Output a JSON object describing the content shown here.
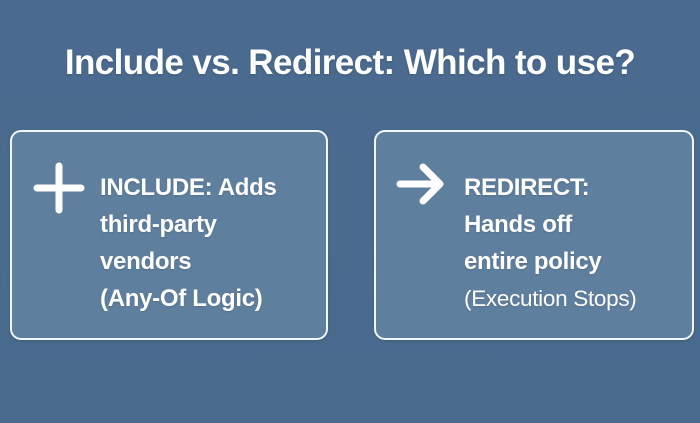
{
  "title": "Include vs. Redirect: Which to use?",
  "colors": {
    "background": "#4a6b8f",
    "card_fill": "#5f7f9f",
    "card_border": "#f2f5f8",
    "text": "#ffffff"
  },
  "cards": [
    {
      "id": "include",
      "icon": "plus-icon",
      "lines": [
        "INCLUDE: Adds",
        "third-party",
        "vendors",
        "(Any-Of Logic)"
      ]
    },
    {
      "id": "redirect",
      "icon": "arrow-right-icon",
      "lines": [
        "REDIRECT:",
        "Hands off",
        "entire policy",
        "(Execution Stops)"
      ]
    }
  ]
}
